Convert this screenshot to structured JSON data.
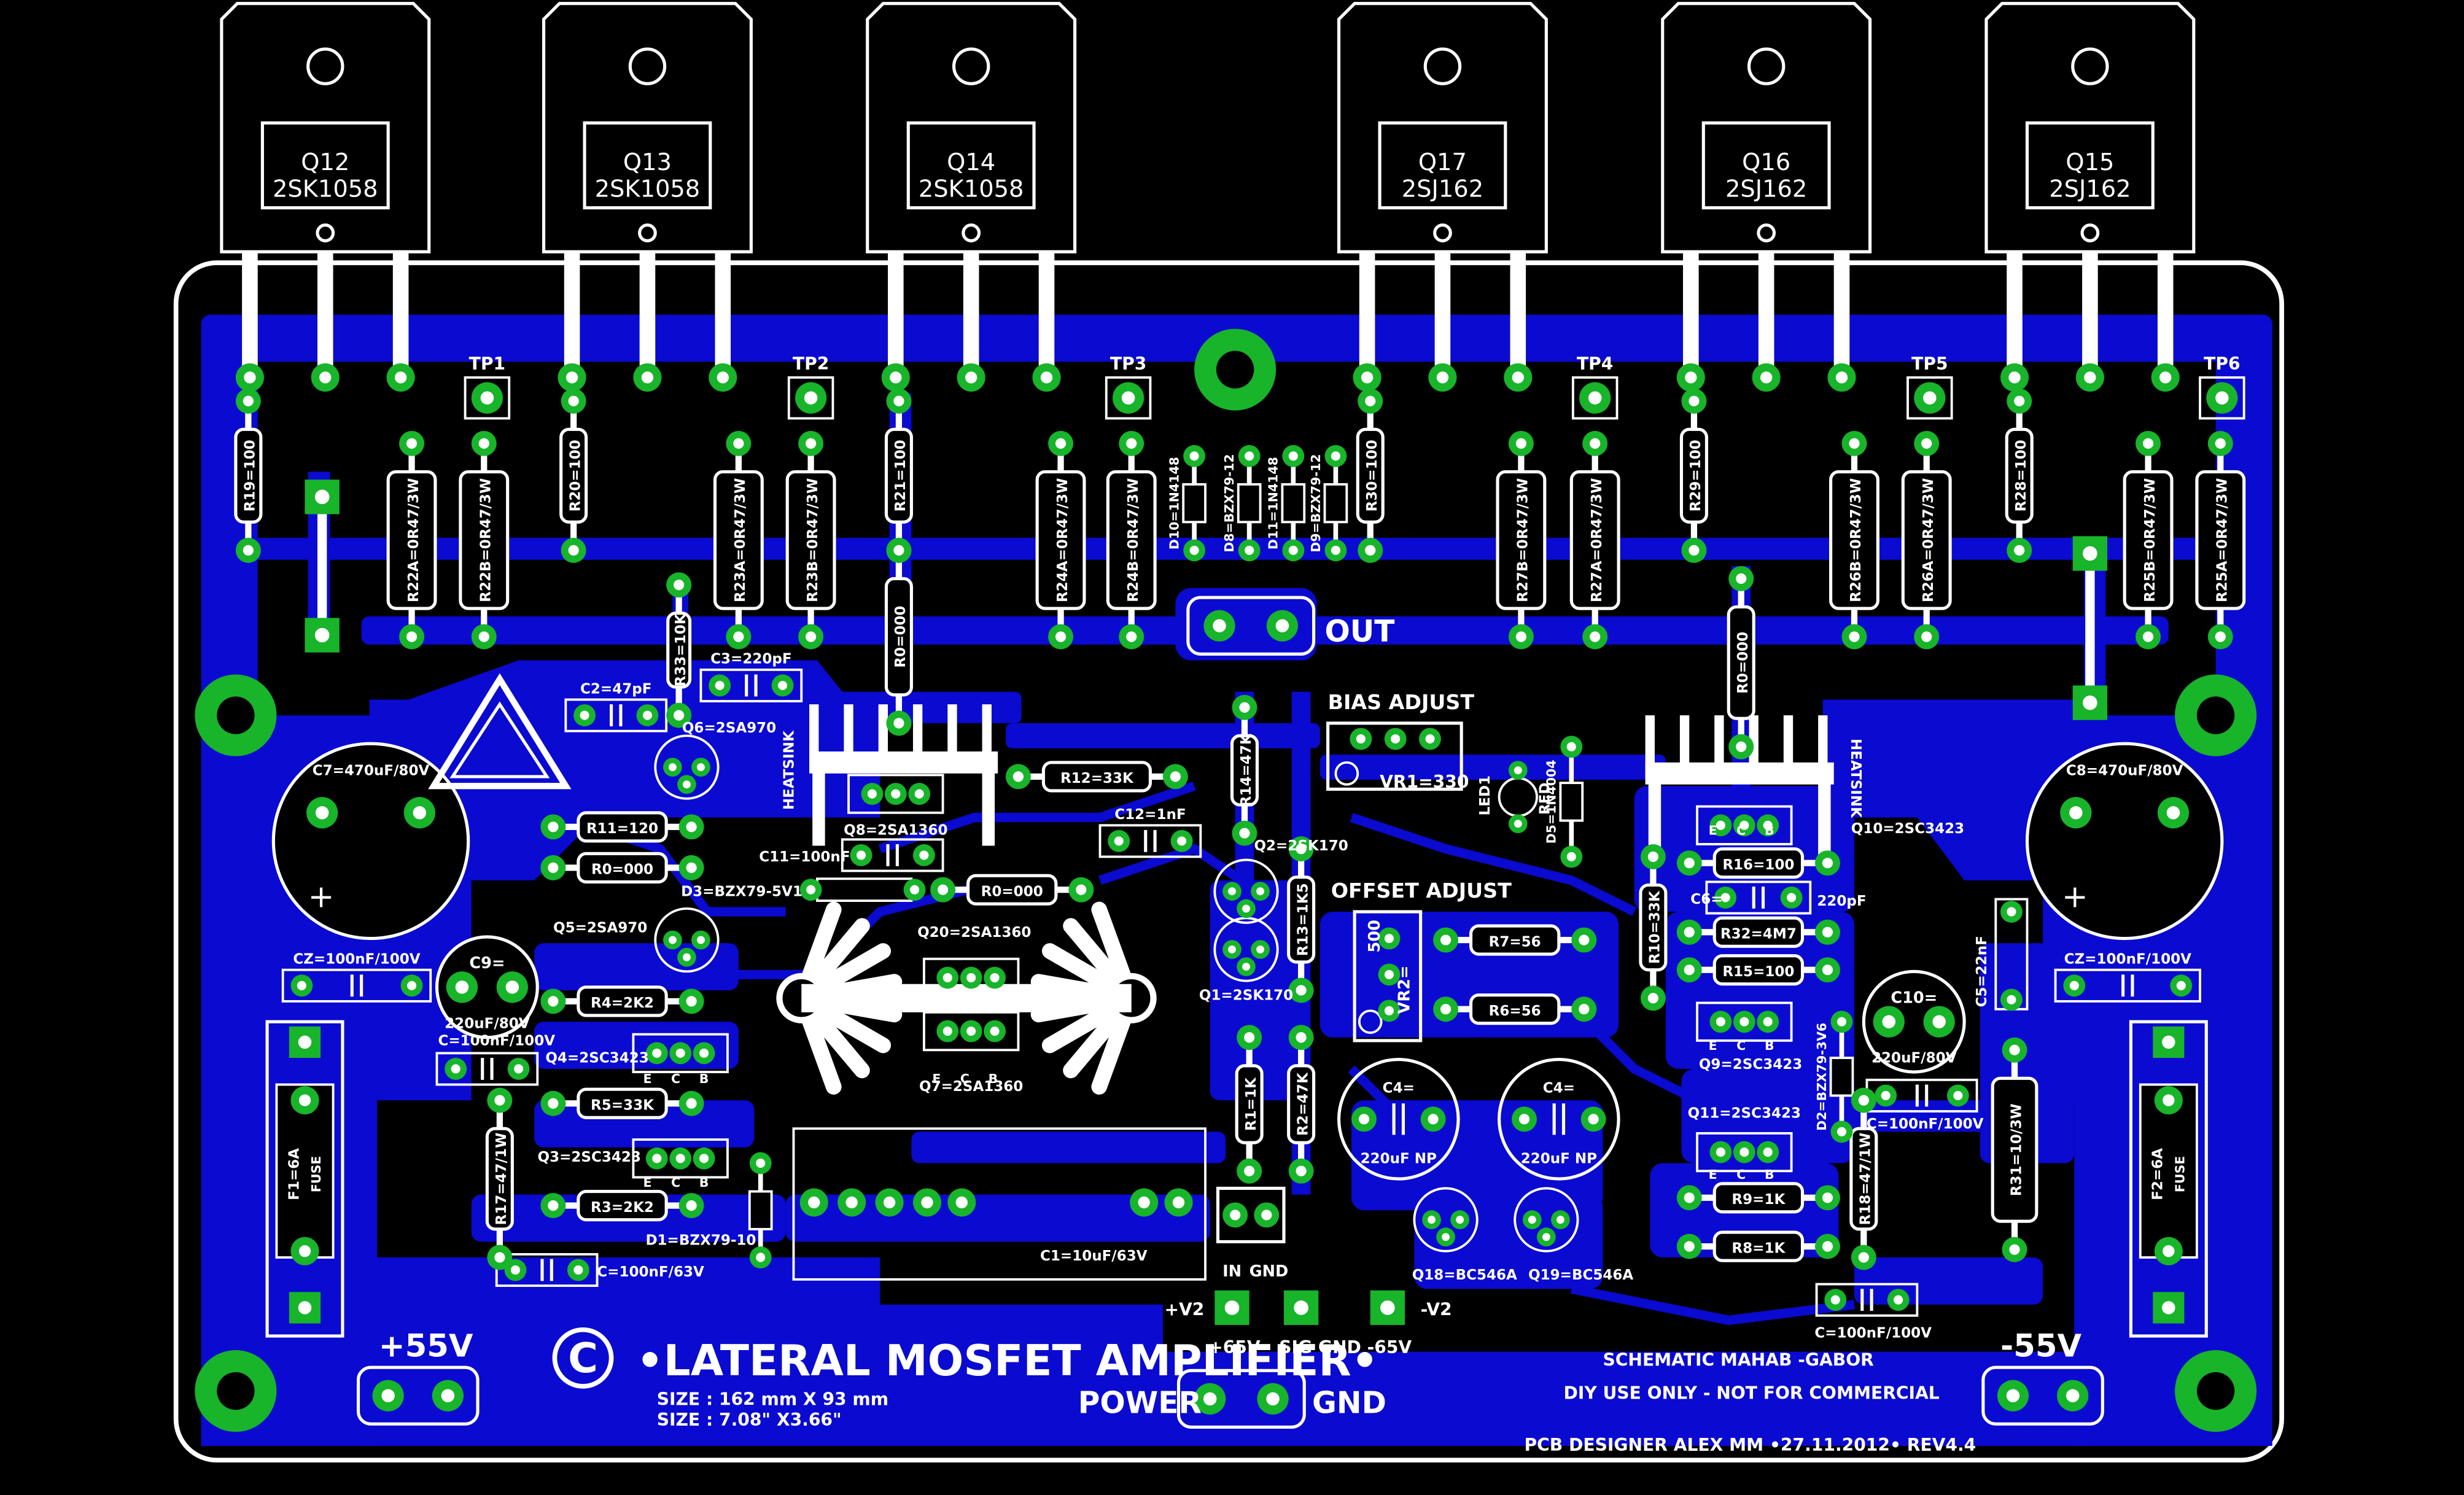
{
  "colors": {
    "background": "#000000",
    "copper": "#0a0ad0",
    "pad": "#18b42a",
    "silk": "#ffffff",
    "hole": "#000000"
  },
  "title": {
    "copyright_symbol": "C",
    "text": "•LATERAL MOSFET AMPLIFIER•",
    "size_mm": "SIZE : 162 mm X 93 mm",
    "size_in": "SIZE : 7.08\" X3.66\""
  },
  "credits": {
    "schematic": "SCHEMATIC MAHAB -GABOR",
    "diy": "DIY USE ONLY - NOT FOR COMMERCIAL",
    "designer": "PCB DESIGNER ALEX MM •27.11.2012• REV4.4"
  },
  "power": {
    "plus": "+55V",
    "minus": "-55V",
    "label": "POWER",
    "gnd": "GND",
    "out": "OUT",
    "plus_v2": "+V2",
    "minus_v2": "-V2",
    "plus_65": "+65V",
    "sig_gnd": "SIG GND",
    "minus_65": "-65V",
    "in": "IN",
    "in_gnd": "GND"
  },
  "adjust": {
    "bias": "BIAS ADJUST",
    "offset": "OFFSET ADJUST",
    "vr1": "VR1=330",
    "vr2": "VR2=",
    "vr2_val": "500"
  },
  "transistors": [
    {
      "ref": "Q12",
      "part": "2SK1058"
    },
    {
      "ref": "Q13",
      "part": "2SK1058"
    },
    {
      "ref": "Q14",
      "part": "2SK1058"
    },
    {
      "ref": "Q17",
      "part": "2SJ162"
    },
    {
      "ref": "Q16",
      "part": "2SJ162"
    },
    {
      "ref": "Q15",
      "part": "2SJ162"
    }
  ],
  "test_points": [
    "TP1",
    "TP2",
    "TP3",
    "TP4",
    "TP5",
    "TP6"
  ],
  "resistors_vertical": [
    "R19=100",
    "R22A=0R47/3W",
    "R22B=0R47/3W",
    "R20=100",
    "R23A=0R47/3W",
    "R23B=0R47/3W",
    "R21=100",
    "R24A=0R47/3W",
    "R24B=0R47/3W",
    "R30=100",
    "R27B=0R47/3W",
    "R27A=0R47/3W",
    "R29=100",
    "R26B=0R47/3W",
    "R26A=0R47/3W",
    "R28=100",
    "R25B=0R47/3W",
    "R25A=0R47/3W",
    "R0=000",
    "R0=000",
    "R33=10K",
    "R14=47K",
    "R13=1K5",
    "R1=1K",
    "R2=47K",
    "R10=33K",
    "R17=47/1W",
    "R18=47/1W",
    "R31=10/3W"
  ],
  "resistors_horizontal": [
    "R11=120",
    "R0=000",
    "R4=2K2",
    "R5=33K",
    "R3=2K2",
    "R12=33K",
    "R0=000",
    "R7=56",
    "R6=56",
    "R16=100",
    "R32=4M7",
    "R15=100",
    "R9=1K",
    "R8=1K"
  ],
  "capacitors": [
    "C2=47pF",
    "C3=220pF",
    "C11=100nF",
    "C12=1nF",
    "C6=",
    "220pF",
    "C5=22nF",
    "CZ=100nF/100V",
    "CZ=100nF/100V",
    "C=100nF/100V",
    "C=100nF/63V",
    "C=100nF/100V",
    "C=100nF/100V",
    "C1=10uF/63V",
    "C4=",
    "220uF NP",
    "C4=",
    "220uF NP"
  ],
  "electrolytics": [
    {
      "ref": "C7=470uF/80V"
    },
    {
      "ref": "C8=470uF/80V"
    },
    {
      "ref": "C9=",
      "val": "220uF/80V"
    },
    {
      "ref": "C10=",
      "val": "220uF/80V"
    }
  ],
  "small_transistors": [
    "Q6=2SA970",
    "Q5=2SA970",
    "Q4=2SC3423",
    "Q3=2SC3423",
    "Q8=2SA1360",
    "Q20=2SA1360",
    "Q7=2SA1360",
    "Q2=2SK170",
    "Q1=2SK170",
    "Q10=2SC3423",
    "Q9=2SC3423",
    "Q11=2SC3423",
    "Q18=BC546A",
    "Q19=BC546A"
  ],
  "diodes": [
    "D10=1N4148",
    "D8=BZX79-12",
    "D11=1N4148",
    "D9=BZX79-12",
    "D3=BZX79-5V1",
    "D1=BZX79-10",
    "D5=1N4004",
    "D2=BZX79-3V6",
    "LED1",
    "RED"
  ],
  "fuses": [
    {
      "ref": "F1=6A",
      "label": "FUSE"
    },
    {
      "ref": "F2=6A",
      "label": "FUSE"
    }
  ],
  "heatsink": "HEATSINK",
  "pin_ecb": [
    "E",
    "C",
    "B"
  ]
}
